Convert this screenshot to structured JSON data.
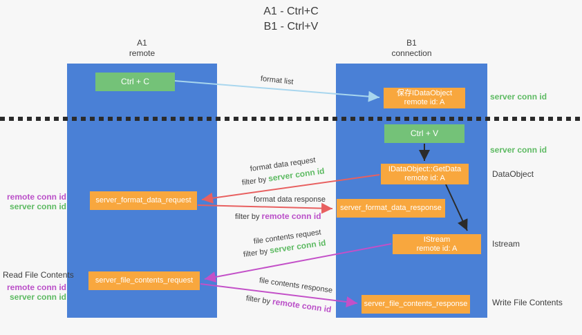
{
  "title": {
    "line1": "A1 - Ctrl+C",
    "line2": "B1 - Ctrl+V"
  },
  "columns": {
    "a1": {
      "name": "A1",
      "subtitle": "remote"
    },
    "b1": {
      "name": "B1",
      "subtitle": "connection"
    }
  },
  "nodes": {
    "ctrl_c": "Ctrl + C",
    "ctrl_v": "Ctrl + V",
    "save_idataobject": {
      "line1": "保存IDataObject",
      "line2": "remote id: A"
    },
    "getdata": {
      "line1": "IDataObject::GetData",
      "line2": "remote id: A"
    },
    "istream": {
      "line1": "IStream",
      "line2": "remote id: A"
    },
    "format_data_request": "server_format_data_request",
    "format_data_response": "server_format_data_response",
    "file_contents_request": "server_file_contents_request",
    "file_contents_response": "server_file_contents_response"
  },
  "labels": {
    "format_list": "format list",
    "format_data_request": "format data request",
    "format_data_response": "format data response",
    "file_contents_request": "file contents request",
    "file_contents_response": "file contents response",
    "filter_by": "filter by",
    "server_conn_id": "server conn id",
    "remote_conn_id": "remote conn id",
    "dataobject": "DataObject",
    "istream": "Istream",
    "read_file_contents": "Read File Contents",
    "write_file_contents": "Write File Contents"
  },
  "colors": {
    "column_blue": "#4a80d6",
    "box_green": "#74c278",
    "box_orange": "#f8a73e",
    "arrow_red": "#e86060",
    "arrow_magenta": "#c350c8",
    "arrow_lightblue": "#a8d6ee",
    "arrow_black": "#2b2b2b",
    "text_green": "#5dba62",
    "text_purple": "#ba4fc8",
    "text_dark": "#3c3c3c",
    "background": "#f7f7f7"
  }
}
